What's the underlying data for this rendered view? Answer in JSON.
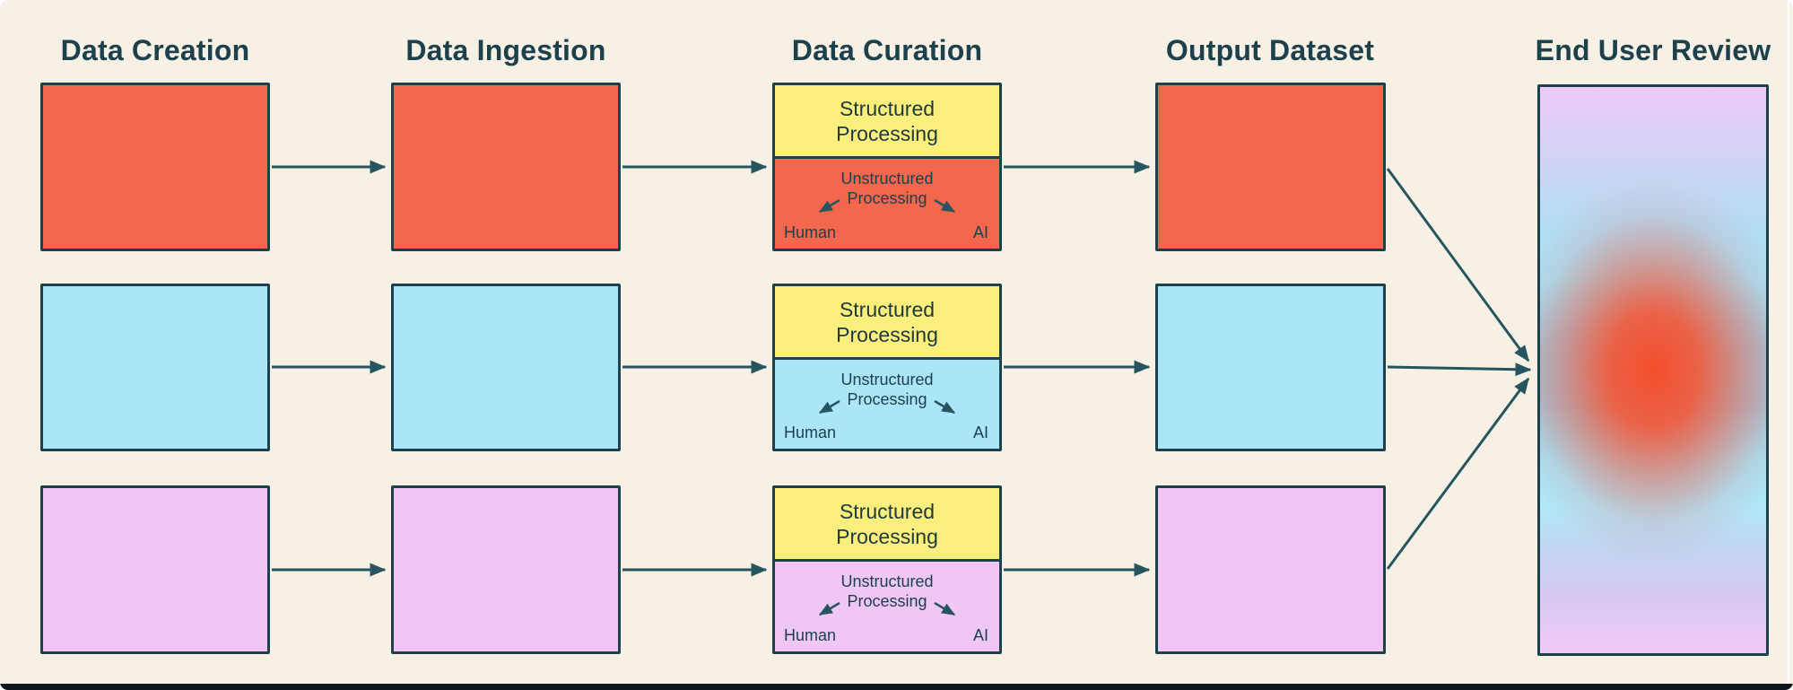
{
  "headers": [
    "Data Creation",
    "Data Ingestion",
    "Data Curation",
    "Output Dataset",
    "End User Review"
  ],
  "curation_box": {
    "structured_label": "Structured Processing",
    "unstructured_label_line1": "Unstructured",
    "unstructured_label_line2": "Processing",
    "human_label": "Human",
    "ai_label": "AI"
  },
  "rows": [
    {
      "name": "red-pipeline",
      "color": "#f3674c"
    },
    {
      "name": "blue-pipeline",
      "color": "#abe6f8"
    },
    {
      "name": "pink-pipeline",
      "color": "#f0c6f4"
    }
  ],
  "colors": {
    "background": "#f6f1e4",
    "ink": "#1d414c",
    "arrow": "#27555f",
    "structured-fill": "#faee7d",
    "structured-text": "#1f3a3d",
    "row-red": "#f3674c",
    "row-blue": "#abe6f8",
    "row-pink": "#f0c6f4",
    "review-violet": "#eec9f8",
    "review-blue": "#a8e4f5",
    "review-cyan": "#b0e9f8",
    "review-pink": "#f2c9f7",
    "review-center": "#f44e2c",
    "bottom-bar": "#0d171b"
  }
}
